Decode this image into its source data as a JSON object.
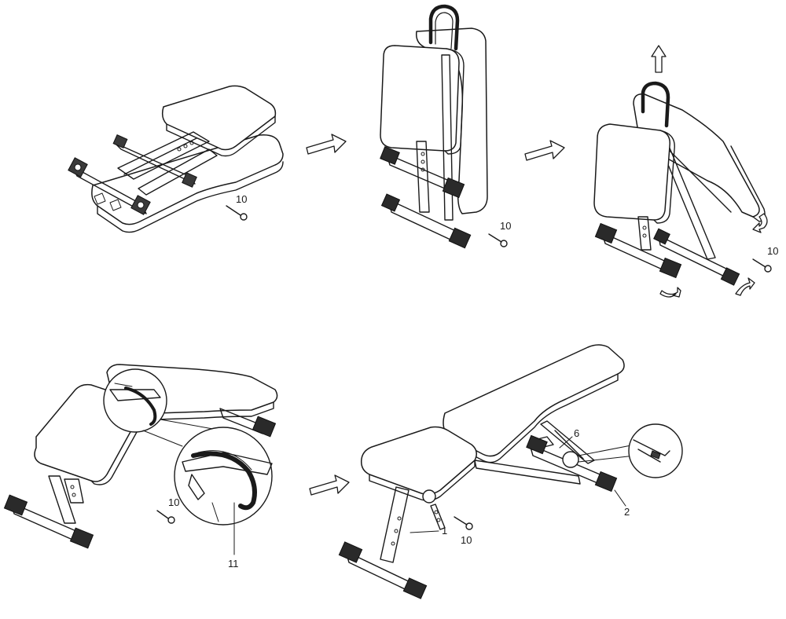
{
  "diagram": {
    "callouts": {
      "step1_part": "10",
      "step2_part": "10",
      "step3_part": "10",
      "step4_pin": "10",
      "step4_knob": "11",
      "step5_pin": "10",
      "step5_leg": "1",
      "step5_strut": "6",
      "step5_foot": "2"
    }
  }
}
